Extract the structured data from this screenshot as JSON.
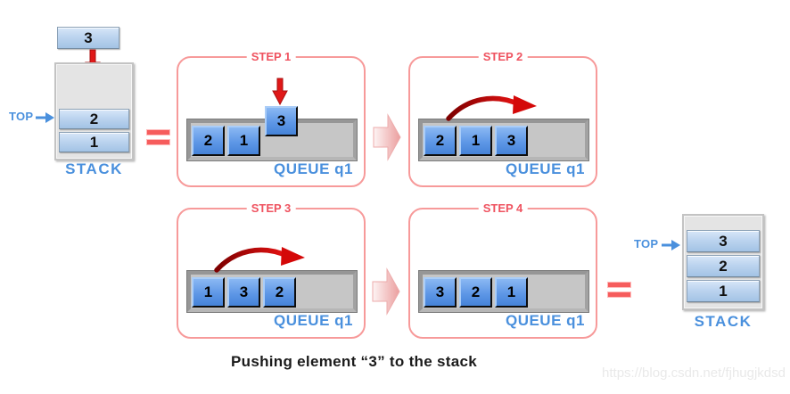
{
  "left_stack": {
    "incoming_value": "3",
    "top_label": "TOP",
    "items": [
      "2",
      "1"
    ],
    "caption": "STACK"
  },
  "steps": [
    {
      "title": "STEP 1",
      "items": [
        "2",
        "1"
      ],
      "incoming_value": "3",
      "queue_label": "QUEUE q1"
    },
    {
      "title": "STEP 2",
      "items": [
        "2",
        "1",
        "3"
      ],
      "queue_label": "QUEUE q1"
    },
    {
      "title": "STEP 3",
      "items": [
        "1",
        "3",
        "2"
      ],
      "queue_label": "QUEUE q1"
    },
    {
      "title": "STEP 4",
      "items": [
        "3",
        "2",
        "1"
      ],
      "queue_label": "QUEUE q1"
    }
  ],
  "right_stack": {
    "top_label": "TOP",
    "items": [
      "3",
      "2",
      "1"
    ],
    "caption": "STACK"
  },
  "caption": "Pushing element “3” to the stack",
  "watermark": "https://blog.csdn.net/fjhugjkdsd",
  "colors": {
    "step_red": "#ef5360",
    "panel_border": "#f79a9a",
    "label_blue": "#4a90dd",
    "queue_box_blue": "#5e97e6",
    "stack_box_blue": "#bcd4ef",
    "arrow_red": "#e01818",
    "curve_arrow_red": "#b00000",
    "equals_red": "#f65c5c"
  }
}
